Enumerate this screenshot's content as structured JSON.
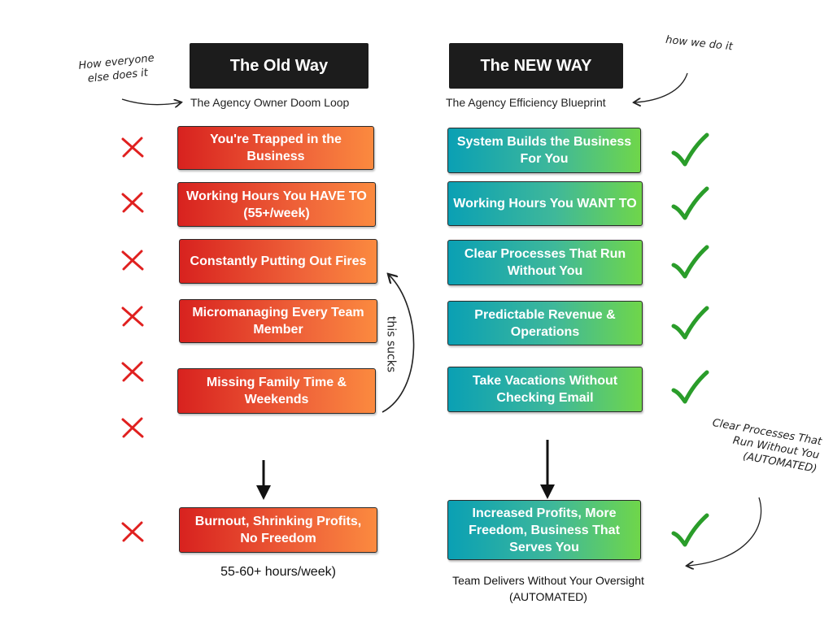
{
  "old_way": {
    "title": "The Old Way",
    "subtitle": "The Agency Owner Doom Loop",
    "items": [
      "You're Trapped in the Business",
      "Working Hours You HAVE TO (55+/week)",
      "Constantly Putting Out Fires",
      "Micromanaging Every Team Member",
      "Missing Family Time & Weekends"
    ],
    "result": "Burnout, Shrinking Profits, No Freedom",
    "caption": "55-60+ hours/week)",
    "color_start": "#d8221f",
    "color_end": "#fb8a3f"
  },
  "new_way": {
    "title": "The NEW WAY",
    "subtitle": "The Agency Efficiency Blueprint",
    "items": [
      "System Builds the Business For You",
      "Working Hours You WANT TO",
      "Clear Processes That Run Without You",
      "Predictable Revenue & Operations",
      "Take Vacations Without Checking Email"
    ],
    "result": "Increased Profits, More Freedom, Business That Serves You",
    "caption": "Team Delivers Without Your Oversight (AUTOMATED)",
    "color_start": "#0aa0b4",
    "color_end": "#6fd64a"
  },
  "annotations": {
    "left_note": "How everyone else does it",
    "right_note": "how we do it",
    "loop_note": "this sucks",
    "bottom_note": "Clear Processes That Run Without You (AUTOMATED)"
  },
  "icons": {
    "cross": "x-mark-icon",
    "check": "check-mark-icon",
    "cross_color": "#e0201f",
    "check_color": "#2a9d2a"
  }
}
